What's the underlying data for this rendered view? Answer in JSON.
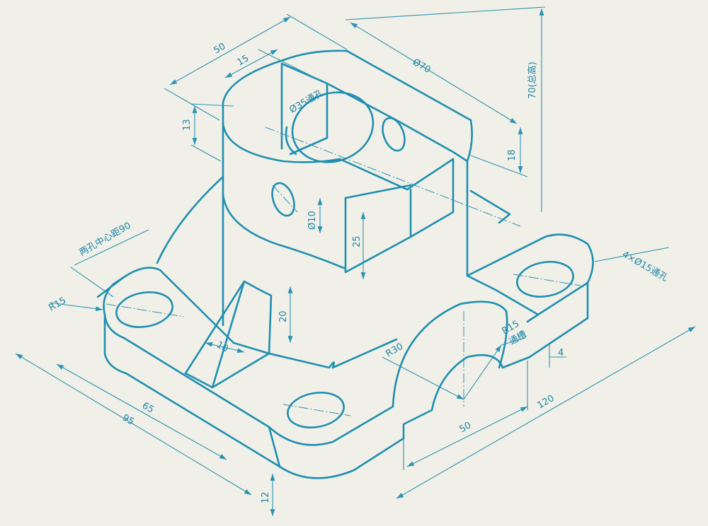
{
  "drawing": {
    "stroke_color": "#1e8fb0",
    "paper_color": "#f1f0e8",
    "dimensions": {
      "d50_top": "50",
      "d15_slot": "15",
      "phi70": "Ø70",
      "h70_total": "70(总高)",
      "phi35": "Ø35通孔",
      "d13": "13",
      "d18": "18",
      "phi10": "Ø10",
      "d25": "25",
      "holes_center": "两孔中心距90",
      "holes_4x": "4×Ø15通孔",
      "r15_left": "R15",
      "d20": "20",
      "d10_rib": "10",
      "r30": "R30",
      "r15_slot": "R15",
      "slot_through": "通槽",
      "d4": "4",
      "d65": "65",
      "d95": "95",
      "d120": "120",
      "d50_bottom": "50",
      "d12": "12"
    }
  }
}
